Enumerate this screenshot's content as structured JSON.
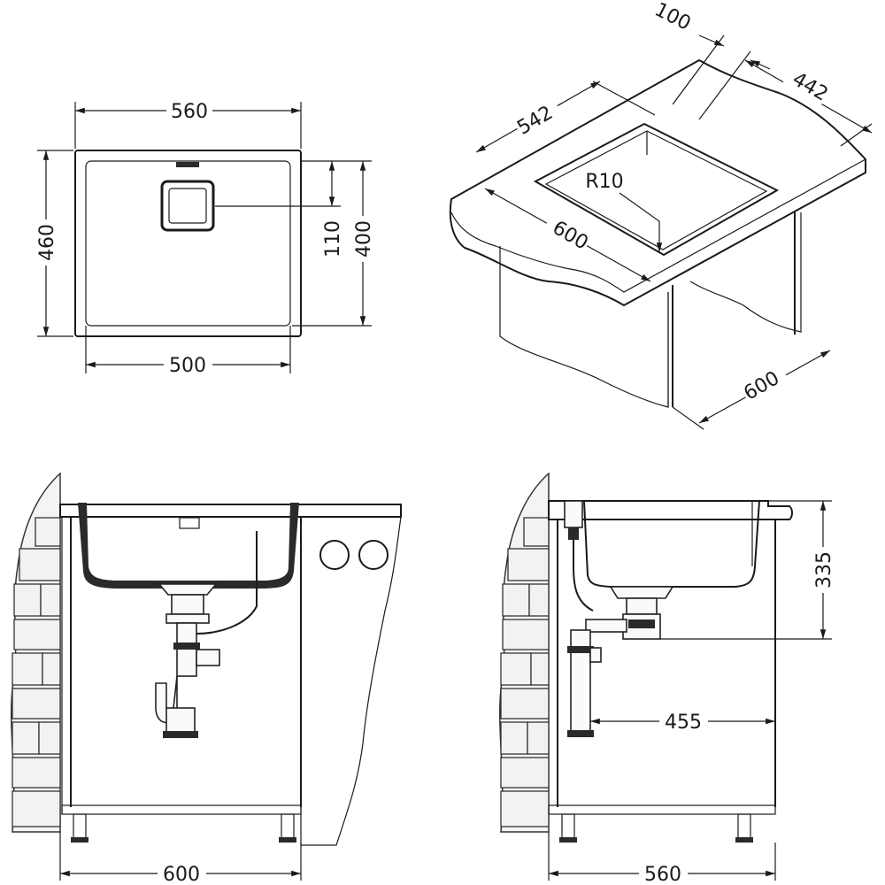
{
  "diagram": {
    "top_view": {
      "overall_width": "560",
      "overall_depth": "460",
      "bowl_width": "500",
      "bowl_depth": "400",
      "drain_offset": "110"
    },
    "iso_view": {
      "edge_back": "100",
      "depth_right": "442",
      "width_cut": "542",
      "corner_radius": "R10",
      "cabinet_width": "600",
      "cabinet_depth": "600"
    },
    "front_section": {
      "cabinet_width": "600"
    },
    "side_section": {
      "bowl_height": "335",
      "drain_depth": "455",
      "cabinet_depth": "560"
    }
  }
}
